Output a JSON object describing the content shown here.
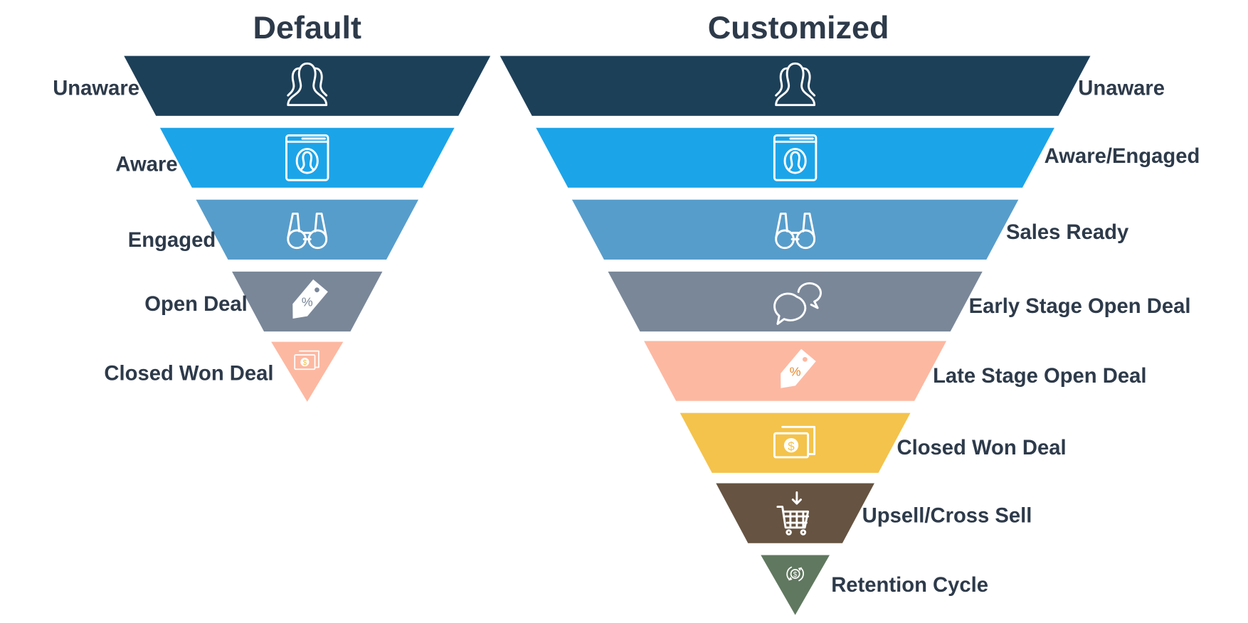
{
  "funnels": [
    {
      "title": "Default",
      "stages": [
        {
          "label": "Unaware",
          "color": "#1d4059",
          "icon": "people-icon"
        },
        {
          "label": "Aware",
          "color": "#1ca4e9",
          "icon": "browser-profile-icon"
        },
        {
          "label": "Engaged",
          "color": "#579dcb",
          "icon": "binoculars-icon"
        },
        {
          "label": "Open Deal",
          "color": "#7a8799",
          "icon": "price-tag-icon"
        },
        {
          "label": "Closed Won Deal",
          "color": "#fdb8a1",
          "icon": "money-icon"
        }
      ]
    },
    {
      "title": "Customized",
      "stages": [
        {
          "label": "Unaware",
          "color": "#1d4059",
          "icon": "people-icon"
        },
        {
          "label": "Aware/Engaged",
          "color": "#1ca4e9",
          "icon": "browser-profile-icon"
        },
        {
          "label": "Sales Ready",
          "color": "#579dcb",
          "icon": "binoculars-icon"
        },
        {
          "label": "Early Stage Open Deal",
          "color": "#7a8799",
          "icon": "chat-bubbles-icon"
        },
        {
          "label": "Late Stage Open Deal",
          "color": "#fdb8a1",
          "icon": "price-tag-icon"
        },
        {
          "label": "Closed Won Deal",
          "color": "#f4c34b",
          "icon": "money-icon"
        },
        {
          "label": "Upsell/Cross Sell",
          "color": "#665341",
          "icon": "shopping-cart-icon"
        },
        {
          "label": "Retention Cycle",
          "color": "#60785f",
          "icon": "retention-cycle-icon"
        }
      ]
    }
  ]
}
